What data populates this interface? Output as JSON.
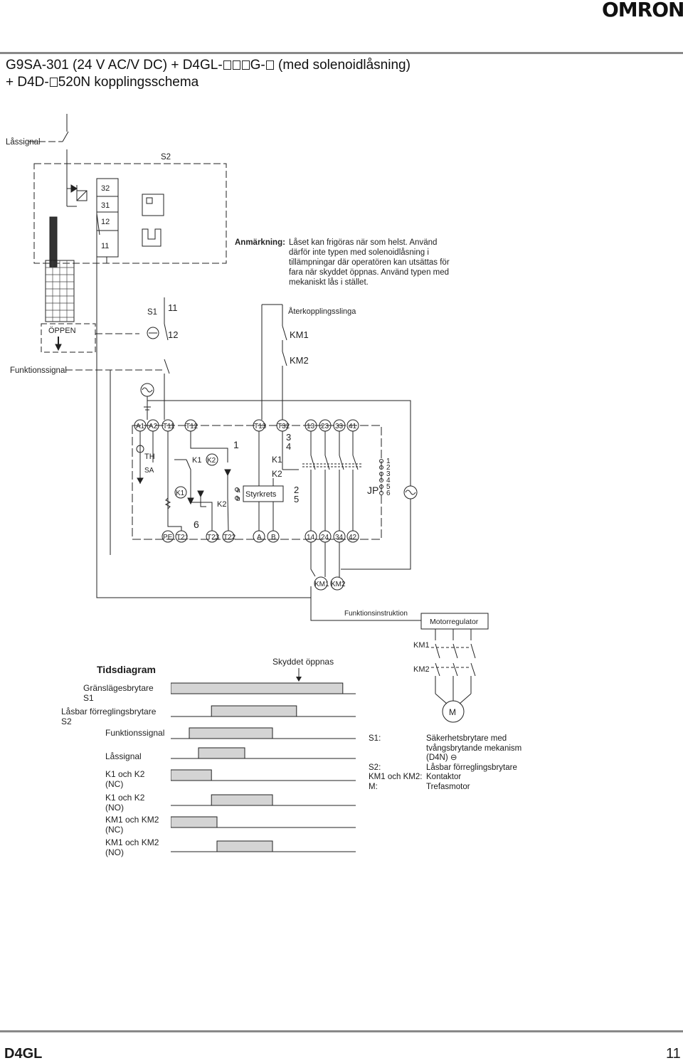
{
  "brand": "OMRON",
  "header": {
    "title_line1_a": "G9SA-301 (24 V AC/V DC) + D4GL-",
    "title_line1_b": "G-",
    "title_line1_c": " (med solenoidlåsning)",
    "title_line2_a": "+ D4D-",
    "title_line2_b": "520N kopplingsschema"
  },
  "diagram": {
    "lassignal": "Låssignal",
    "s2": "S2",
    "t32": "32",
    "t31": "31",
    "t12": "12",
    "t11": "11",
    "s1": "S1",
    "s1_11": "11",
    "s1_12": "12",
    "oppen": "ÖPPEN",
    "aterkoppling": "Återkopplingsslinga",
    "km1": "KM1",
    "km2": "KM2",
    "funktionssignal": "Funktionssignal",
    "terminals_top": [
      "A1",
      "A2",
      "T11",
      "T12",
      "T13",
      "T32",
      "13",
      "23",
      "33",
      "41"
    ],
    "terminals_bottom": [
      "PE",
      "T21",
      "T23",
      "T22",
      "A",
      "B",
      "14",
      "24",
      "34",
      "42"
    ],
    "th": "TH",
    "sa": "SA",
    "k1": "K1",
    "k2": "K2",
    "styrkrets": "Styrkrets",
    "n1": "1",
    "n3": "3",
    "n4": "4",
    "n2": "2",
    "n5": "5",
    "n6": "6",
    "jp": "JP",
    "jp_nums": [
      "1",
      "2",
      "3",
      "4",
      "5",
      "6"
    ],
    "a": "a",
    "b": "b",
    "coil_km1": "KM1",
    "coil_km2": "KM2",
    "funktionsinstruktion": "Funktionsinstruktion",
    "motorregulator": "Motorregulator",
    "motor_km1": "KM1",
    "motor_km2": "KM2",
    "motor": "M"
  },
  "note": {
    "label": "Anmärkning:",
    "text": "Låset kan frigöras när som helst. Använd därför inte typen med solenoidlåsning i tillämpningar där operatören kan utsättas för fara när skyddet öppnas. Använd typen med mekaniskt lås i stället."
  },
  "timing": {
    "title": "Tidsdiagram",
    "event": "Skyddet öppnas",
    "rows": [
      {
        "label": "Gränslägesbrytare S1",
        "on": [
          0.0,
          0.93
        ]
      },
      {
        "label": "Låsbar förreglingsbrytare S2",
        "on": [
          0.22,
          0.68
        ]
      },
      {
        "label": "Funktionssignal",
        "on": [
          0.1,
          0.55
        ]
      },
      {
        "label": "Låssignal",
        "on": [
          0.15,
          0.4
        ]
      },
      {
        "label": "K1 och K2 (NC)",
        "on": [
          0.0,
          0.22
        ]
      },
      {
        "label": "K1 och K2 (NO)",
        "on": [
          0.22,
          0.55
        ]
      },
      {
        "label": "KM1 och KM2 (NC)",
        "on": [
          0.0,
          0.25
        ]
      },
      {
        "label": "KM1 och KM2 (NO)",
        "on": [
          0.25,
          0.55
        ]
      }
    ]
  },
  "legend": [
    {
      "key": "S1:",
      "value": "Säkerhetsbrytare med"
    },
    {
      "key": "",
      "value": "tvångsbrytande mekanism"
    },
    {
      "key": "",
      "value": "(D4N) ⊖"
    },
    {
      "key": "S2:",
      "value": "Låsbar förreglingsbrytare"
    },
    {
      "key": "KM1 och KM2:",
      "value": "Kontaktor"
    },
    {
      "key": "M:",
      "value": "Trefasmotor"
    }
  ],
  "footer": {
    "product": "D4GL",
    "page": "11"
  }
}
